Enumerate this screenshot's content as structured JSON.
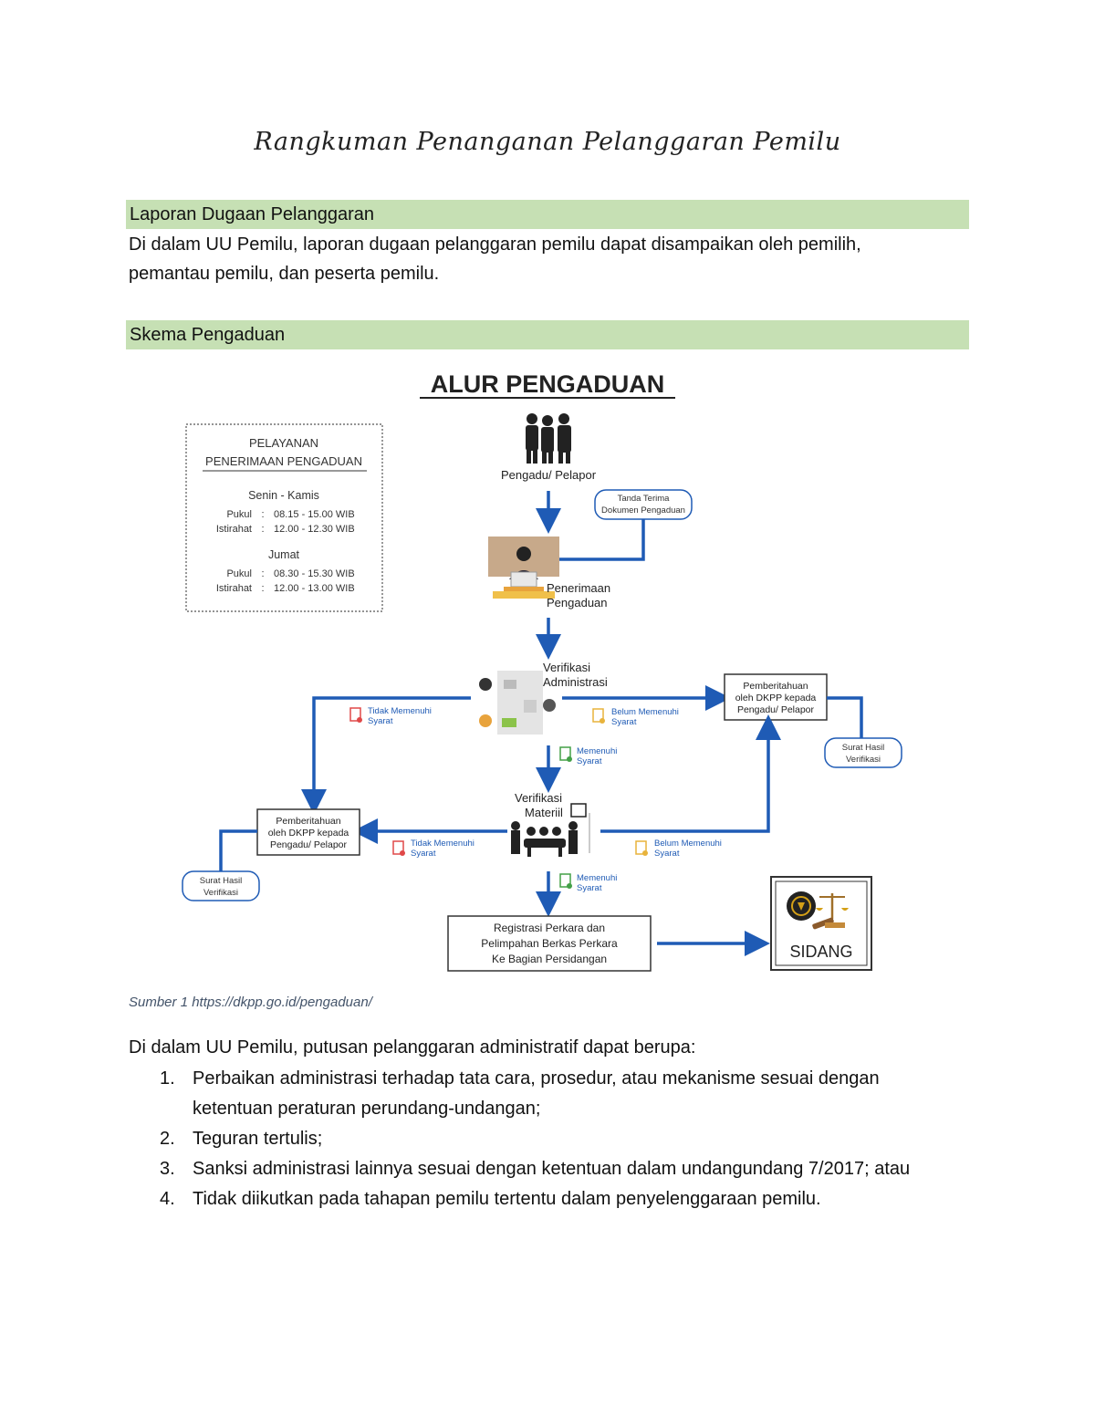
{
  "title": "Rangkuman Penanganan Pelanggaran Pemilu",
  "section1": {
    "heading": "Laporan Dugaan Pelanggaran",
    "text_line1": "Di dalam UU Pemilu, laporan dugaan pelanggaran pemilu dapat disampaikan oleh pemilih,",
    "text_line2": "pemantau pemilu, dan peserta pemilu."
  },
  "section2": {
    "heading": "Skema Pengaduan"
  },
  "diagram": {
    "title": "ALUR PENGADUAN",
    "service_box": {
      "title1": "PELAYANAN",
      "title2": "PENERIMAAN PENGADUAN",
      "day1": "Senin -  Kamis",
      "pukul_label": "Pukul",
      "istirahat_label": "Istirahat",
      "sep": ":",
      "day1_pukul": "08.15 - 15.00 WIB",
      "day1_istirahat": "12.00 - 12.30 WIB",
      "day2": "Jumat",
      "day2_pukul": "08.30 - 15.30 WIB",
      "day2_istirahat": "12.00 - 13.00 WIB"
    },
    "pengadu": "Pengadu/ Pelapor",
    "tanda_terima_1": "Tanda Terima",
    "tanda_terima_2": "Dokumen Pengaduan",
    "penerimaan_1": "Penerimaan",
    "penerimaan_2": "Pengaduan",
    "verif_adm_1": "Verifikasi",
    "verif_adm_2": "Administrasi",
    "verif_mat_1": "Verifikasi",
    "verif_mat_2": "Materiil",
    "tidak_memenuhi_1": "Tidak Memenuhi",
    "belum_memenuhi_1": "Belum Memenuhi",
    "memenuhi_1": "Memenuhi",
    "syarat": "Syarat",
    "pemberitahuan_1": "Pemberitahuan",
    "pemberitahuan_2": "oleh DKPP kepada",
    "pemberitahuan_3": "Pengadu/ Pelapor",
    "surat_hasil_1": "Surat Hasil",
    "surat_hasil_2": "Verifikasi",
    "registrasi_1": "Registrasi Perkara dan",
    "registrasi_2": "Pelimpahan Berkas Perkara",
    "registrasi_3": "Ke Bagian Persidangan",
    "sidang": "SIDANG",
    "colors": {
      "arrow": "#1f5bb5",
      "bar": "#c6e0b4"
    }
  },
  "caption": "Sumber 1 https://dkpp.go.id/pengaduan/",
  "section3": {
    "intro": "Di dalam UU Pemilu, putusan pelanggaran administratif dapat berupa:",
    "items": [
      {
        "num": "1.",
        "line1": "Perbaikan administrasi terhadap tata cara, prosedur, atau mekanisme sesuai dengan",
        "line2": "ketentuan peraturan perundang-undangan;"
      },
      {
        "num": "2.",
        "line1": "Teguran tertulis;"
      },
      {
        "num": "3.",
        "line1": "Sanksi administrasi lainnya sesuai dengan ketentuan dalam undangundang 7/2017; atau"
      },
      {
        "num": "4.",
        "line1": "Tidak diikutkan pada tahapan pemilu tertentu dalam penyelenggaraan pemilu."
      }
    ]
  }
}
